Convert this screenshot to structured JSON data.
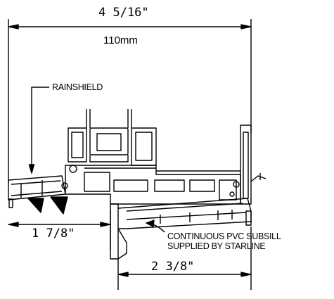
{
  "dimensions": {
    "overall_imperial": "4 5/16\"",
    "overall_metric": "110mm",
    "left_depth": "1 7/8\"",
    "sill_depth": "2 3/8\""
  },
  "callouts": {
    "rainshield": "RAINSHIELD",
    "subsill_line1": "CONTINUOUS PVC SUBSILL",
    "subsill_line2": "SUPPLIED BY STARLINE"
  }
}
